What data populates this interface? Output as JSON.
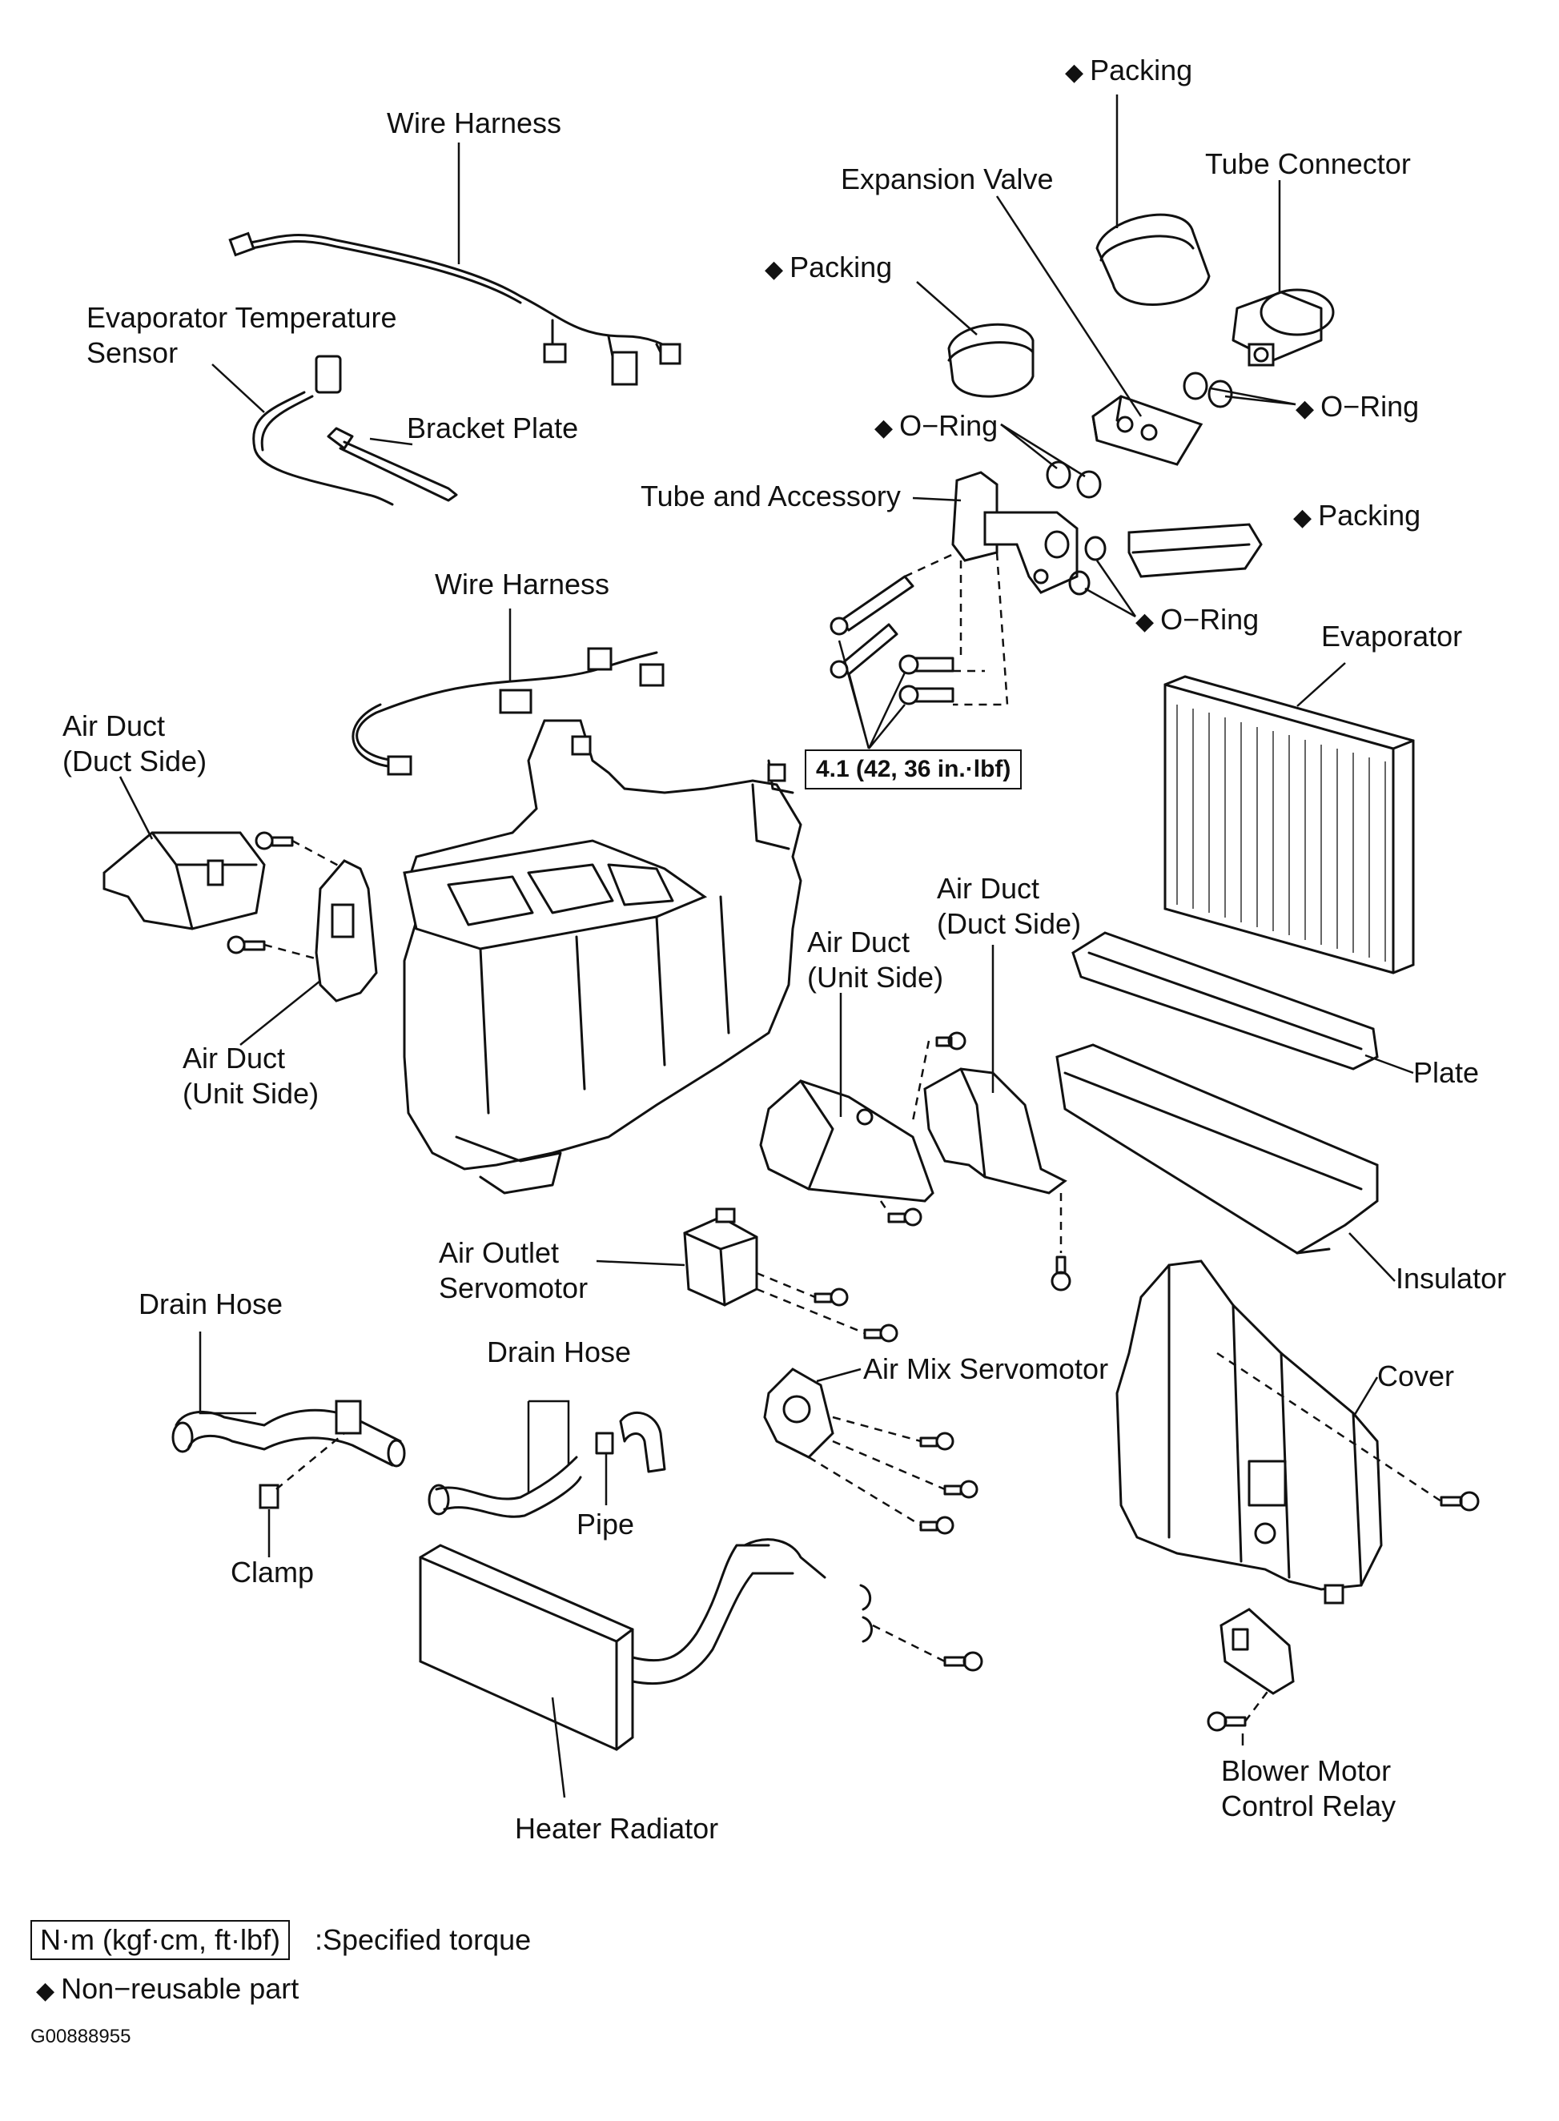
{
  "labels": {
    "packing_top": "Packing",
    "tube_connector": "Tube Connector",
    "expansion_valve": "Expansion Valve",
    "wire_harness_top": "Wire Harness",
    "packing_left": "Packing",
    "evap_temp_sensor_1": "Evaporator Temperature",
    "evap_temp_sensor_2": "Sensor",
    "o_ring_right": "O−Ring",
    "bracket_plate": "Bracket Plate",
    "o_ring_left": "O−Ring",
    "tube_accessory": "Tube and Accessory",
    "packing_right": "Packing",
    "wire_harness_mid": "Wire Harness",
    "o_ring_lower": "O−Ring",
    "evaporator": "Evaporator",
    "air_duct_duct_side_left_1": "Air Duct",
    "air_duct_duct_side_left_2": "(Duct Side)",
    "air_duct_duct_side_right_1": "Air Duct",
    "air_duct_duct_side_right_2": "(Duct Side)",
    "air_duct_unit_side_mid_1": "Air Duct",
    "air_duct_unit_side_mid_2": "(Unit Side)",
    "air_duct_unit_side_left_1": "Air Duct",
    "air_duct_unit_side_left_2": "(Unit Side)",
    "plate": "Plate",
    "insulator": "Insulator",
    "air_outlet_servo_1": "Air Outlet",
    "air_outlet_servo_2": "Servomotor",
    "drain_hose_left": "Drain Hose",
    "drain_hose_mid": "Drain Hose",
    "air_mix_servo": "Air Mix Servomotor",
    "cover": "Cover",
    "pipe": "Pipe",
    "clamp": "Clamp",
    "blower_relay_1": "Blower Motor",
    "blower_relay_2": "Control Relay",
    "heater_radiator": "Heater Radiator"
  },
  "torque": "4.1 (42, 36 in.·lbf)",
  "legend": {
    "unit_box": "N·m (kgf·cm, ft·lbf)",
    "unit_desc": ":Specified torque",
    "non_reusable": "Non−reusable part",
    "diamond": "◆"
  },
  "figure_code": "G00888955"
}
